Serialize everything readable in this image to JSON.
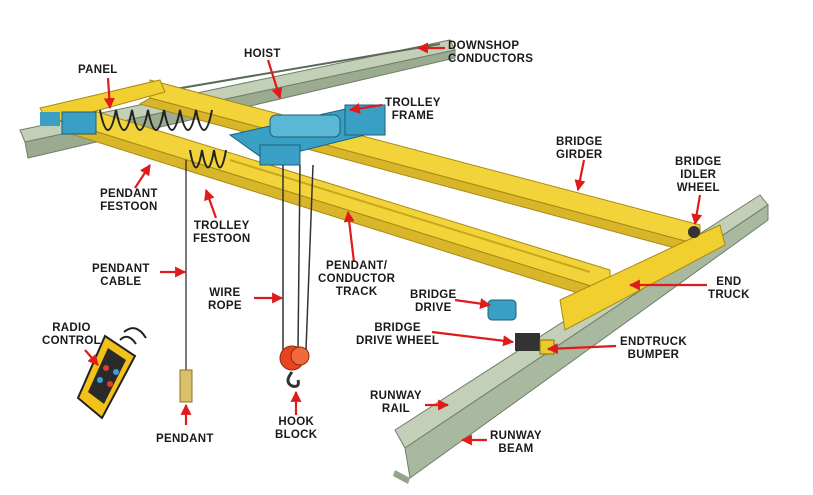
{
  "colors": {
    "yellow": "#f2d43a",
    "yellow_dark": "#c9a71c",
    "steel": "#b5c2a8",
    "steel_dark": "#7f8f78",
    "arrow_red": "#e01b1b",
    "teal": "#3a9fc4",
    "hook_red": "#e8451e",
    "pendant": "#d9c06a"
  },
  "labels": {
    "hoist": [
      "HOIST"
    ],
    "downshop": [
      "DOWNSHOP",
      "CONDUCTORS"
    ],
    "panel": [
      "PANEL"
    ],
    "trolley_frame": [
      "TROLLEY",
      "FRAME"
    ],
    "bridge_girder": [
      "BRIDGE",
      "GIRDER"
    ],
    "bridge_idler_wheel": [
      "BRIDGE",
      "IDLER",
      "WHEEL"
    ],
    "pendant_festoon": [
      "PENDANT",
      "FESTOON"
    ],
    "trolley_festoon": [
      "TROLLEY",
      "FESTOON"
    ],
    "pendant_cable": [
      "PENDANT",
      "CABLE"
    ],
    "pendant_conductor_track": [
      "PENDANT/",
      "CONDUCTOR",
      "TRACK"
    ],
    "end_truck": [
      "END",
      "TRUCK"
    ],
    "wire_rope": [
      "WIRE",
      "ROPE"
    ],
    "bridge_drive": [
      "BRIDGE",
      "DRIVE"
    ],
    "bridge_drive_wheel": [
      "BRIDGE",
      "DRIVE WHEEL"
    ],
    "endtruck_bumper": [
      "ENDTRUCK",
      "BUMPER"
    ],
    "radio_control": [
      "RADIO",
      "CONTROL"
    ],
    "runway_rail": [
      "RUNWAY",
      "RAIL"
    ],
    "runway_beam": [
      "RUNWAY",
      "BEAM"
    ],
    "hook_block": [
      "HOOK",
      "BLOCK"
    ],
    "pendant": [
      "PENDANT"
    ]
  }
}
